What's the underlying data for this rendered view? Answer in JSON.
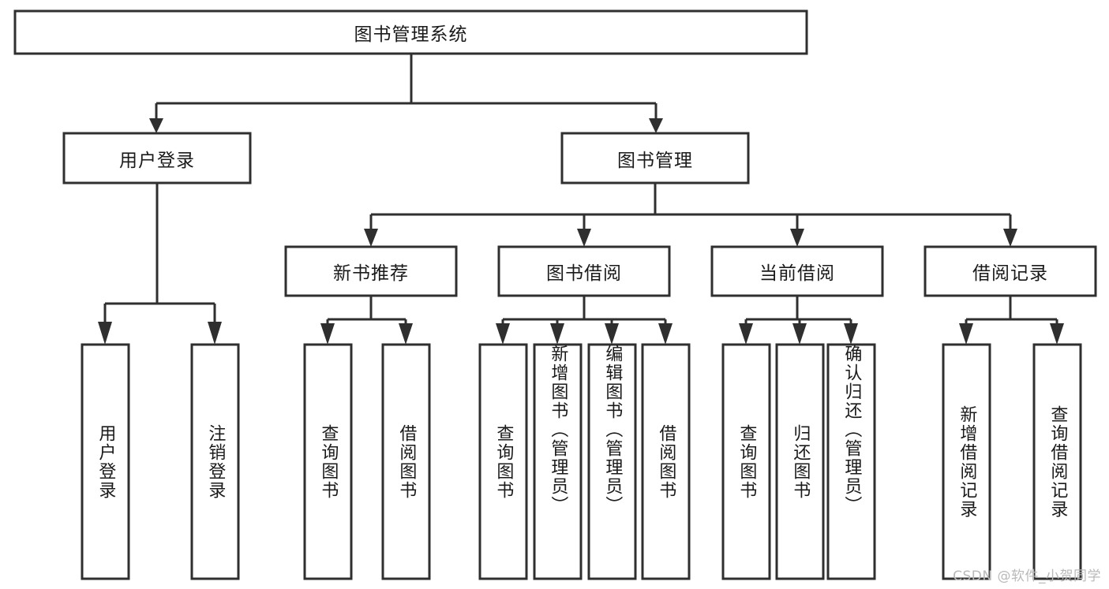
{
  "diagram": {
    "type": "tree-hierarchy",
    "title": "图书管理系统",
    "root": {
      "id": "root",
      "label": "图书管理系统",
      "level": 0
    },
    "level1": [
      {
        "id": "user-login",
        "label": "用户登录"
      },
      {
        "id": "book-manage",
        "label": "图书管理"
      }
    ],
    "level2": [
      {
        "id": "new-book-rec",
        "label": "新书推荐",
        "parent": "book-manage"
      },
      {
        "id": "book-borrow",
        "label": "图书借阅",
        "parent": "book-manage"
      },
      {
        "id": "current-borrow",
        "label": "当前借阅",
        "parent": "book-manage"
      },
      {
        "id": "borrow-record",
        "label": "借阅记录",
        "parent": "book-manage"
      }
    ],
    "leaves": [
      {
        "id": "leaf-user-login",
        "label": "用户登录",
        "parent": "user-login"
      },
      {
        "id": "leaf-logout",
        "label": "注销登录",
        "parent": "user-login"
      },
      {
        "id": "leaf-query-book-1",
        "label": "查询图书",
        "parent": "new-book-rec"
      },
      {
        "id": "leaf-borrow-book-1",
        "label": "借阅图书",
        "parent": "new-book-rec"
      },
      {
        "id": "leaf-query-book-2",
        "label": "查询图书",
        "parent": "book-borrow"
      },
      {
        "id": "leaf-add-book",
        "label": "新增图书（管理员）",
        "parent": "book-borrow"
      },
      {
        "id": "leaf-edit-book",
        "label": "编辑图书（管理员）",
        "parent": "book-borrow"
      },
      {
        "id": "leaf-borrow-book-2",
        "label": "借阅图书",
        "parent": "book-borrow"
      },
      {
        "id": "leaf-query-book-3",
        "label": "查询图书",
        "parent": "current-borrow"
      },
      {
        "id": "leaf-return-book",
        "label": "归还图书",
        "parent": "current-borrow"
      },
      {
        "id": "leaf-confirm-return",
        "label": "确认归还（管理员）",
        "parent": "current-borrow"
      },
      {
        "id": "leaf-add-record",
        "label": "新增借阅记录",
        "parent": "borrow-record"
      },
      {
        "id": "leaf-query-record",
        "label": "查询借阅记录",
        "parent": "borrow-record"
      }
    ]
  },
  "watermark": {
    "text": "CSDN @软件_小贺同学"
  },
  "colors": {
    "stroke": "#2f2f2f",
    "fill": "#ffffff",
    "text": "#1a1a1a",
    "watermark": "#b9b9b9",
    "background": "#ffffff"
  }
}
